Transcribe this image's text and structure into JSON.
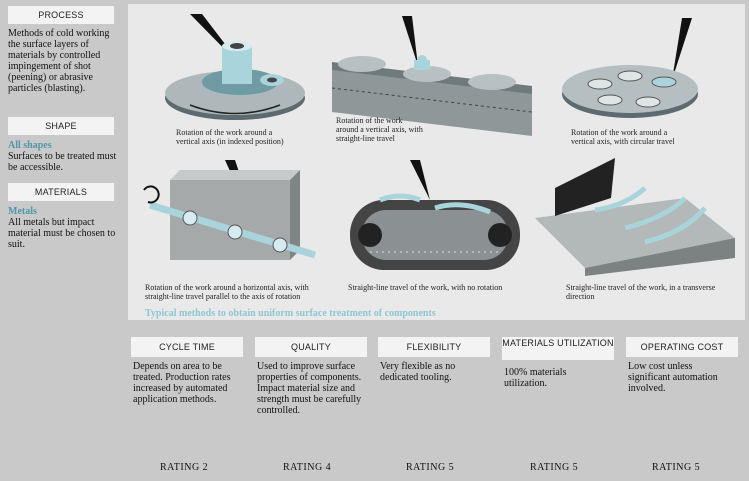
{
  "sidebar": {
    "process": {
      "heading": "PROCESS",
      "text": "Methods of cold working the surface layers of materials by controlled impingement of shot (peening) or abrasive particles (blasting)."
    },
    "shape": {
      "heading": "SHAPE",
      "highlight": "All shapes",
      "text": "Surfaces to be treated must be accessible."
    },
    "materials": {
      "heading": "MATERIALS",
      "highlight": "Metals",
      "text": "All metals but impact material must be chosen to suit."
    }
  },
  "figures": {
    "captions": [
      "Rotation of the work around a vertical axis (in indexed position)",
      "Rotation of the work around a vertical axis, with straight-line travel",
      "Rotation of the work around a vertical axis, with circular travel",
      "Rotation of the work around a horizontal axis, with straight-line travel parallel to the axis of rotation",
      "Straight-line travel of the work, with no rotation",
      "Straight-line travel of the work, in a transverse direction"
    ],
    "main_caption": "Typical methods to obtain uniform surface treatment of components"
  },
  "criteria": [
    {
      "heading": "CYCLE TIME",
      "text": "Depends on area to be treated. Production rates increased by automated application methods.",
      "rating": "RATING 2"
    },
    {
      "heading": "QUALITY",
      "text": "Used to improve surface properties of components. Impact material size and strength must be carefully controlled.",
      "rating": "RATING 4"
    },
    {
      "heading": "FLEXIBILITY",
      "text": "Very flexible as no dedicated tooling.",
      "rating": "RATING 5"
    },
    {
      "heading": "MATERIALS UTILIZATION",
      "text": "100% materials utilization.",
      "rating": "RATING 5"
    },
    {
      "heading": "OPERATING COST",
      "text": "Low cost unless significant automation involved.",
      "rating": "RATING 5"
    }
  ],
  "colors": {
    "accent_teal": "#4f97a9",
    "caption_teal": "#8ec6d3",
    "header_bg": "#f3f3f3",
    "page_bg": "#c9c9c9",
    "part_blue": "#a9d4dc"
  }
}
